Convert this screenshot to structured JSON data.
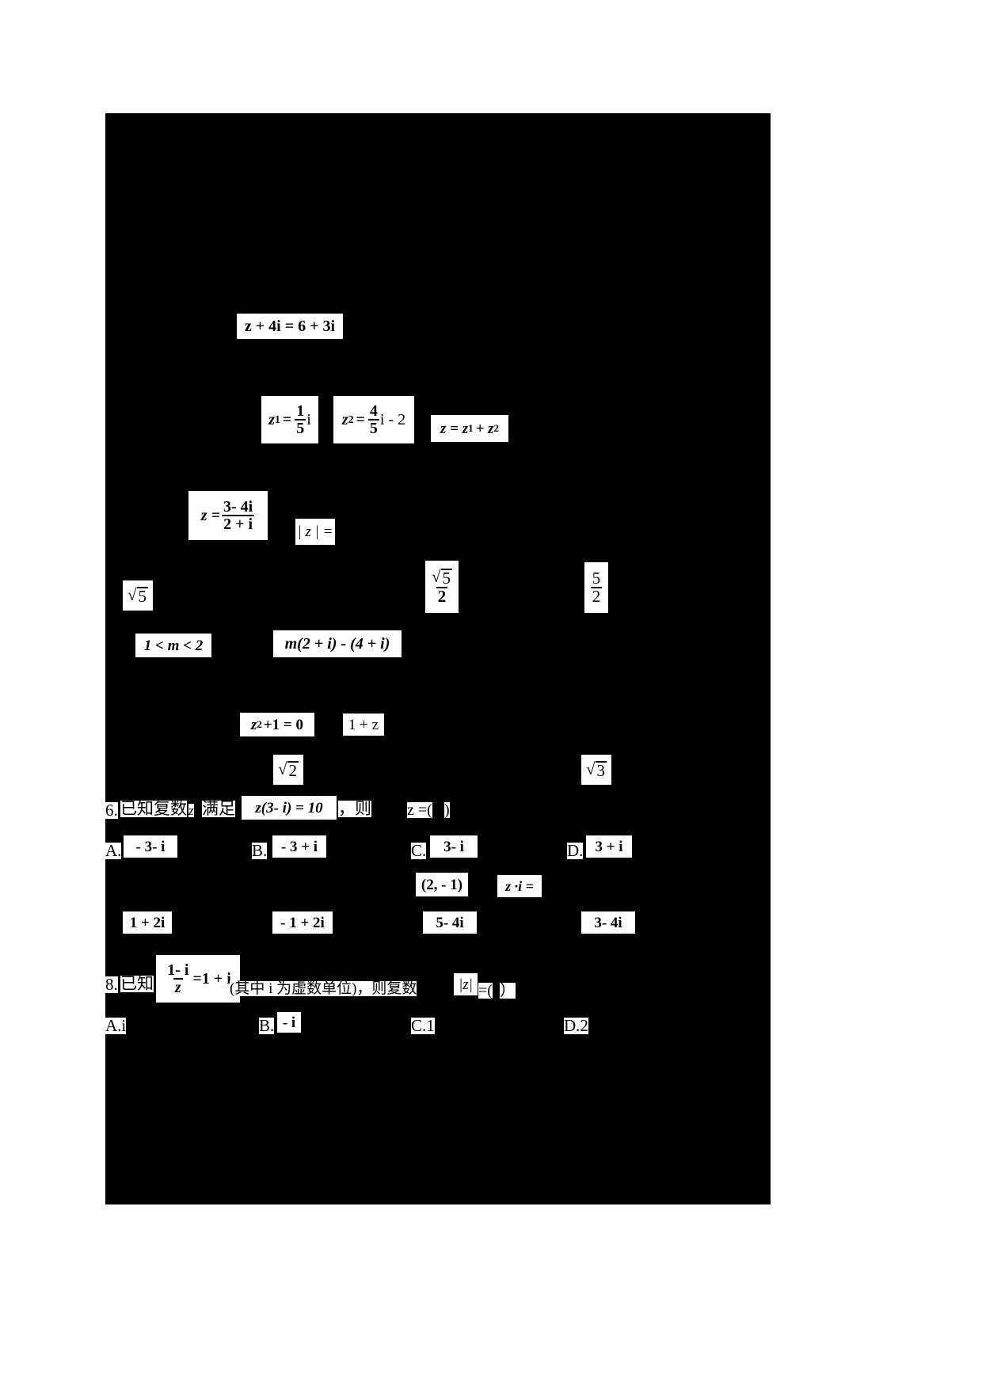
{
  "page": {
    "background_color": "#ffffff",
    "scan_background_color": "#000000",
    "formula_box_color": "#ffffff",
    "text_color": "#000000"
  },
  "formulas": {
    "eq_z_plus_4i": "z + 4i = 6 + 3i",
    "z1_def_lhs": "z",
    "z1_sub": "1",
    "z1_eq": "=",
    "z1_num": "1",
    "z1_den": "5",
    "z1_tail": "i",
    "z2_def_lhs": "z",
    "z2_sub": "2",
    "z2_eq": "=",
    "z2_num": "4",
    "z2_den": "5",
    "z2_tail": "i - 2",
    "z_sum": "z = z",
    "z_sum_sub1": "1",
    "z_sum_plus": "+ z",
    "z_sum_sub2": "2",
    "z_quotient_lhs": "z =",
    "z_quotient_num": "3-  4i",
    "z_quotient_den": "2 + i",
    "abs_z_eq": "| z | =",
    "sqrt5": "5",
    "sqrt5_over_2_num": "5",
    "sqrt5_over_2_den": "2",
    "five_over_2_num": "5",
    "five_over_2_den": "2",
    "m_range": "1 < m < 2",
    "m_expr": "m(2 + i) -  (4 + i)",
    "z_squared_eq": "z",
    "z_squared_sup": "2",
    "z_squared_tail": "+1 = 0",
    "one_plus_z": "1 + z",
    "sqrt2": "2",
    "sqrt3": "3",
    "q6_condition": "z(3-  i) = 10",
    "q6_optA": "- 3-  i",
    "q6_optB": "- 3 + i",
    "q6_optC": "3-  i",
    "q6_optD": "3 + i",
    "point_2_neg1": "(2, - 1)",
    "z_dot_i": "z ·i =",
    "opt_1_plus_2i": "1 + 2i",
    "opt_neg1_plus_2i": "- 1 + 2i",
    "opt_5_minus_4i": "5-  4i",
    "opt_3_minus_4i": "3-  4i",
    "q8_frac_num": "1-  i",
    "q8_frac_den": "z",
    "q8_frac_tail": "=1 + i",
    "q8_abs_z": "|z|"
  },
  "questions": {
    "q6": {
      "number": "6.",
      "stem_part1": "已知复数",
      "var": "z",
      "stem_part2": "满足",
      "stem_part3": "，则",
      "ask": "z =(",
      "ask_close": ")",
      "options": [
        {
          "label": "A.",
          "value": "- 3-  i"
        },
        {
          "label": "B.",
          "value": "- 3 + i"
        },
        {
          "label": "C.",
          "value": "3-  i"
        },
        {
          "label": "D.",
          "value": "3 + i"
        }
      ]
    },
    "q8": {
      "number": "8.",
      "stem_part1": "已知",
      "stem_part2": "(其中 i 为虚数单位)，则复数",
      "ask": "=(",
      "ask_close": "）",
      "options": [
        {
          "label": "A.",
          "value": "i"
        },
        {
          "label": "B.",
          "value": "- i"
        },
        {
          "label": "C.",
          "value": "1"
        },
        {
          "label": "D.",
          "value": "2"
        }
      ]
    }
  }
}
